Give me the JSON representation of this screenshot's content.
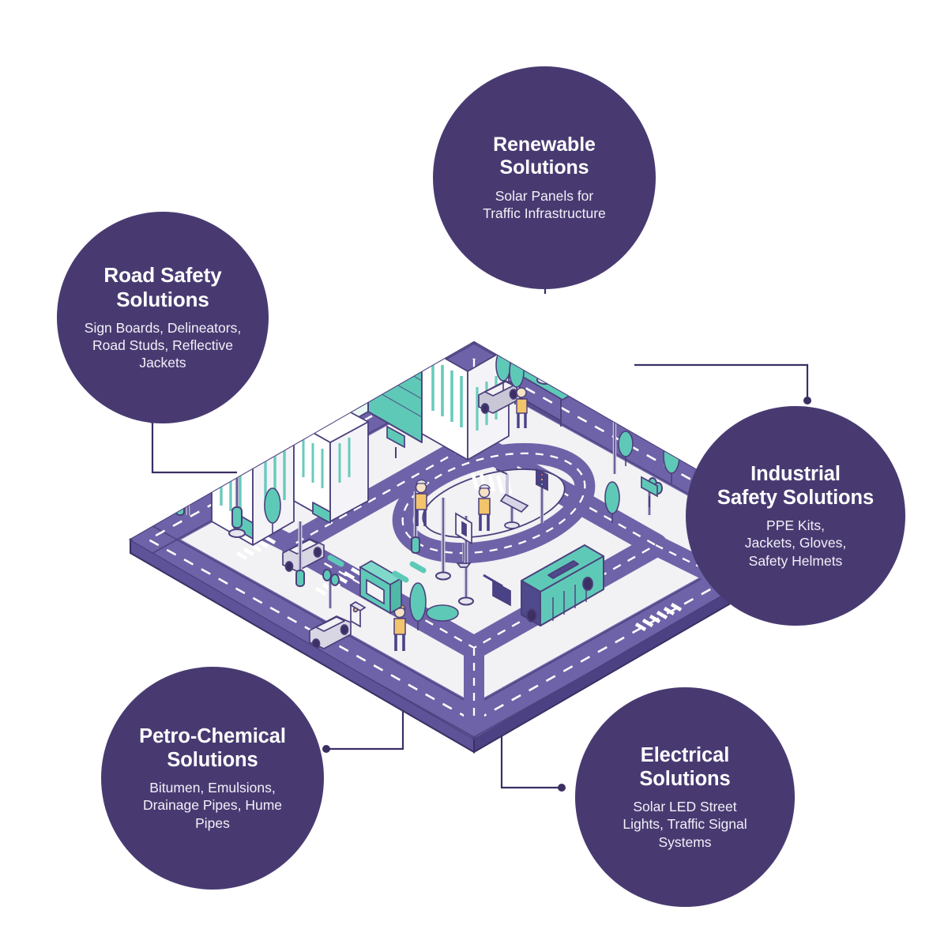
{
  "theme": {
    "bubble_purple": "#483A71",
    "road_purple": "#6E63A8",
    "road_dark": "#4C3F7C",
    "teal": "#5FC9B8",
    "connector": "#3B2F63",
    "pavement": "#F2F1F4",
    "outline": "#4C3F7C",
    "background": "#FFFFFF",
    "safety_vest": "#F2C46B"
  },
  "illustration": {
    "name": "isometric-smart-city",
    "description": "Isometric city block with roads, buildings, bus, cars, pedestrians, street lights, traffic signals, CCTV cameras and bus shelter",
    "elements": [
      "road-loop",
      "office-towers",
      "bus",
      "cars",
      "pedestrians",
      "street-lights",
      "traffic-signals",
      "cctv-cameras",
      "bus-shelter",
      "trees",
      "crosswalks",
      "billboard",
      "pedestrian-crossing-sign"
    ]
  },
  "bubbles": [
    {
      "id": "road-safety",
      "title": "Road Safety\nSolutions",
      "title_lines": [
        "Road Safety",
        "Solutions"
      ],
      "subtitle_lines": [
        "Sign Boards, Delineators,",
        "Road Studs, Reflective",
        "Jackets"
      ],
      "subtitle": "Sign Boards, Delineators, Road Studs, Reflective Jackets"
    },
    {
      "id": "renewable",
      "title": "Renewable\nSolutions",
      "title_lines": [
        "Renewable",
        "Solutions"
      ],
      "subtitle_lines": [
        "Solar Panels for",
        "Traffic Infrastructure"
      ],
      "subtitle": "Solar Panels for Traffic Infrastructure"
    },
    {
      "id": "industrial-safety",
      "title": "Industrial\nSafety Solutions",
      "title_lines": [
        "Industrial",
        "Safety Solutions"
      ],
      "subtitle_lines": [
        "PPE Kits,",
        "Jackets, Gloves,",
        "Safety Helmets"
      ],
      "subtitle": "PPE Kits, Jackets, Gloves, Safety Helmets"
    },
    {
      "id": "petro-chemical",
      "title": "Petro-Chemical\nSolutions",
      "title_lines": [
        "Petro-Chemical",
        "Solutions"
      ],
      "subtitle_lines": [
        "Bitumen, Emulsions,",
        "Drainage Pipes, Hume",
        "Pipes"
      ],
      "subtitle": "Bitumen, Emulsions, Drainage Pipes, Hume Pipes"
    },
    {
      "id": "electrical",
      "title": "Electrical\nSolutions",
      "title_lines": [
        "Electrical",
        "Solutions"
      ],
      "subtitle_lines": [
        "Solar LED Street",
        "Lights, Traffic Signal",
        "Systems"
      ],
      "subtitle": "Solar LED Street Lights, Traffic Signal Systems"
    }
  ],
  "connectors": [
    {
      "id": "connector-road-safety",
      "from": "road-safety-bubble",
      "to": "street-light-left"
    },
    {
      "id": "connector-renewable",
      "from": "renewable-bubble",
      "to": "solar-street-light-top"
    },
    {
      "id": "connector-industrial",
      "from": "industrial-bubble",
      "to": "traffic-signal-right"
    },
    {
      "id": "connector-petro",
      "from": "petro-bubble",
      "to": "road-base-left"
    },
    {
      "id": "connector-electrical",
      "from": "electrical-bubble",
      "to": "road-base-right"
    }
  ]
}
